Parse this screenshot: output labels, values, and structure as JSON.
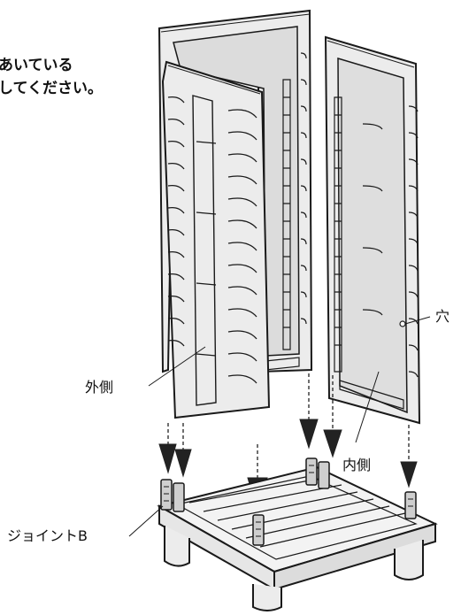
{
  "note": {
    "line1": "あいている",
    "line2": "してください。"
  },
  "labels": {
    "outer_side": "外側",
    "hole": "穴",
    "inner_side": "内側",
    "joint_b": "ジョイントB"
  },
  "colors": {
    "panel_fill": "#ececec",
    "outline": "#1a1a1a",
    "base_fill": "#f3f3f3",
    "arrow_fill": "#222222"
  }
}
